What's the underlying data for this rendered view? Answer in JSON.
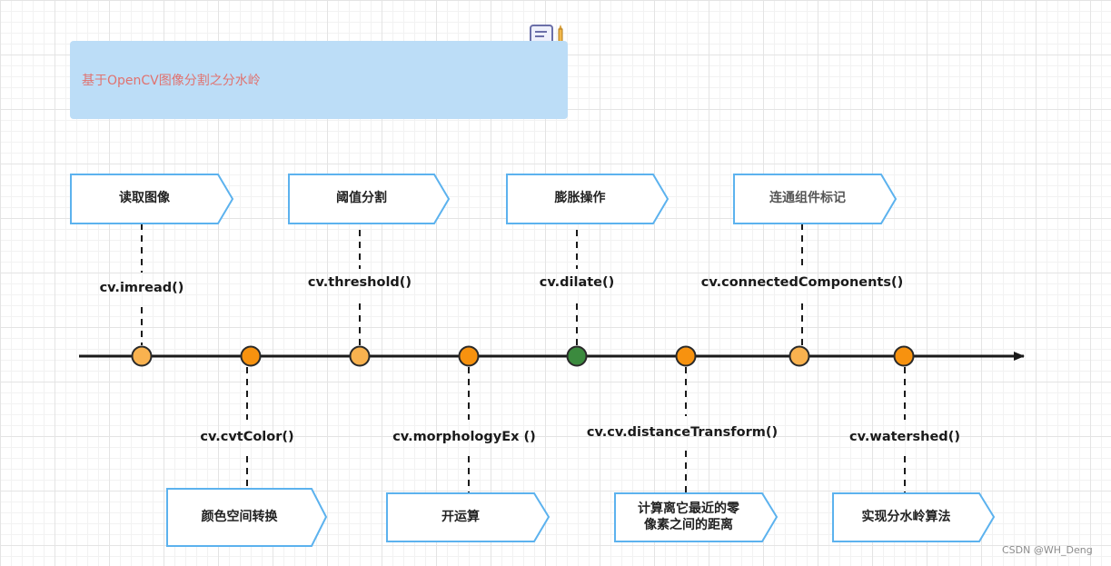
{
  "title": "基于OpenCV图像分割之分水岭",
  "watermark": "CSDN @WH_Deng",
  "colors": {
    "title_bg": "#bcddf7",
    "title_text": "#e0726f",
    "box_border": "#5cb2ee",
    "node_light": "#f9b24f",
    "node_orange": "#f7920f",
    "node_green": "#3b8a3e",
    "axis": "#1a1a1a"
  },
  "timeline": {
    "steps": [
      {
        "function": "cv.imread()",
        "label": "读取图像",
        "node": "light",
        "side": "top"
      },
      {
        "function": "cv.cvtColor()",
        "label": "颜色空间转换",
        "node": "orange",
        "side": "bottom"
      },
      {
        "function": "cv.threshold()",
        "label": "阈值分割",
        "node": "light",
        "side": "top"
      },
      {
        "function": "cv.morphologyEx  ()",
        "label": "开运算",
        "node": "orange",
        "side": "bottom"
      },
      {
        "function": "cv.dilate()",
        "label": "膨胀操作",
        "node": "green",
        "side": "top"
      },
      {
        "function": "cv.cv.distanceTransform()",
        "label": "计算离它最近的零像素之间的距离",
        "label_lines": [
          "计算离它最近的零",
          "像素之间的距离"
        ],
        "node": "orange",
        "side": "bottom"
      },
      {
        "function": "cv.connectedComponents()",
        "label": "连通组件标记",
        "node": "light",
        "side": "top"
      },
      {
        "function": "cv.watershed()",
        "label": "实现分水岭算法",
        "node": "orange",
        "side": "bottom"
      }
    ]
  }
}
